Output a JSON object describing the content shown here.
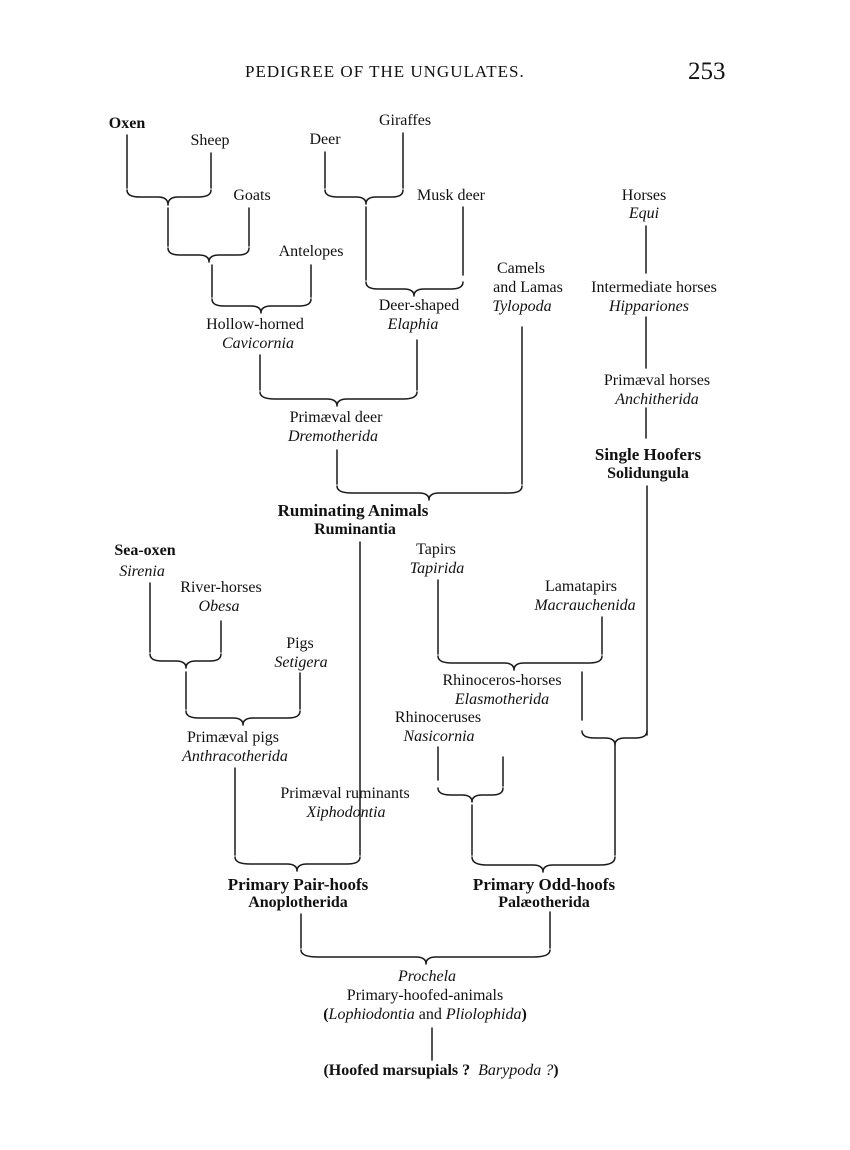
{
  "header": {
    "title": "PEDIGREE OF THE UNGULATES.",
    "page_number": "253"
  },
  "nodes": {
    "oxen": "Oxen",
    "sheep": "Sheep",
    "goats": "Goats",
    "antelopes": "Antelopes",
    "deer": "Deer",
    "giraffes": "Giraffes",
    "musk_deer": "Musk deer",
    "hollow_horned": "Hollow-horned",
    "cavicornia": "Cavicornia",
    "deer_shaped": "Deer-shaped",
    "elaphia": "Elaphia",
    "camels": "Camels",
    "and_lamas": "and Lamas",
    "tylopoda": "Tylopoda",
    "horses": "Horses",
    "equi": "Equi",
    "intermediate_horses": "Intermediate horses",
    "hippariones": "Hippariones",
    "primaeval_horses": "Primæval horses",
    "anchitherida": "Anchitherida",
    "single_hoofers": "Single Hoofers",
    "solidungula": "Solidungula",
    "primaeval_deer": "Primæval deer",
    "dremotherida": "Dremotherida",
    "ruminating_animals": "Ruminating Animals",
    "ruminantia": "Ruminantia",
    "sea_oxen": "Sea-oxen",
    "sirenia": "Sirenia",
    "river_horses": "River-horses",
    "obesa": "Obesa",
    "pigs": "Pigs",
    "setigera": "Setigera",
    "primaeval_pigs": "Primæval pigs",
    "anthracotherida": "Anthracotherida",
    "tapirs": "Tapirs",
    "tapirida": "Tapirida",
    "lamatapirs": "Lamatapirs",
    "macrauchenida": "Macrauchenida",
    "rhinoceros_horses": "Rhinoceros-horses",
    "elasmotherida": "Elasmotherida",
    "rhinoceruses": "Rhinoceruses",
    "nasicornia": "Nasicornia",
    "primaeval_ruminants": "Primæval ruminants",
    "xiphodontia": "Xiphodontia",
    "primary_pair_hoofs": "Primary Pair-hoofs",
    "anoplotherida": "Anoplotherida",
    "primary_odd_hoofs": "Primary Odd-hoofs",
    "palaeotherida": "Palæotherida",
    "prochela": "Prochela",
    "primary_hoofed_animals": "Primary-hoofed-animals",
    "prochela_paren_open": "(",
    "lophiodontia": "Lophiodontia",
    "and_word": " and ",
    "pliolophida": "Pliolophida",
    "prochela_paren_close": ")",
    "hoofed_marsupials": "(Hoofed marsupials ?",
    "barypoda": "Barypoda ?",
    "barypoda_paren_close": ")"
  }
}
